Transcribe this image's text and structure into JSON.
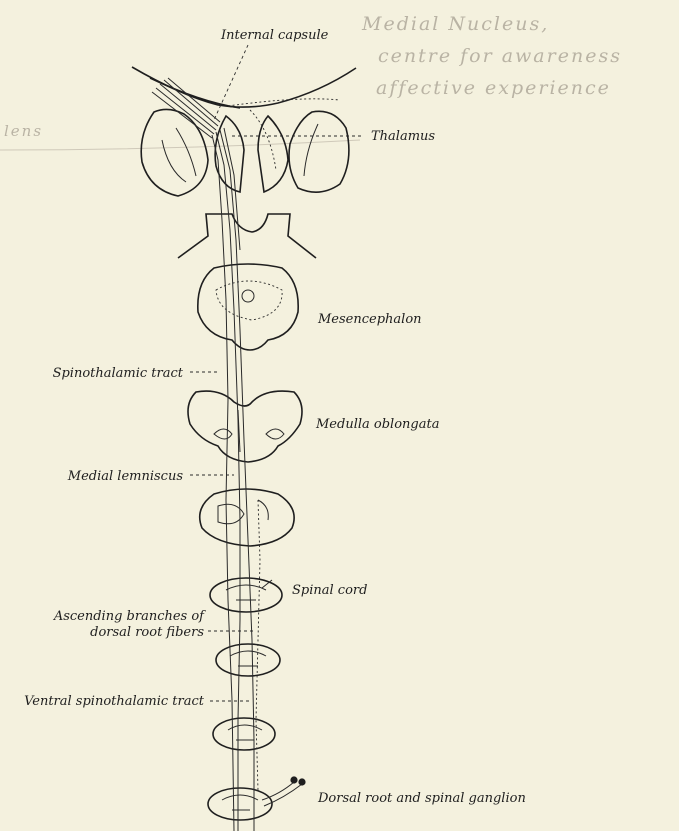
{
  "labels": {
    "internal_capsule": "Internal capsule",
    "thalamus": "Thalamus",
    "mesencephalon": "Mesencephalon",
    "spinothalamic_tract": "Spinothalamic tract",
    "medulla_oblongata": "Medulla oblongata",
    "medial_lemniscus": "Medial lemniscus",
    "spinal_cord": "Spinal cord",
    "ascending_branches_line1": "Ascending branches of",
    "ascending_branches_line2": "dorsal root fibers",
    "ventral_spinothalamic_tract": "Ventral spinothalamic tract",
    "dorsal_root_ganglion": "Dorsal root and spinal ganglion"
  },
  "handwritten_note": {
    "line1": "Medial Nucleus,",
    "line2": "centre for awareness",
    "line3": "affective experience",
    "margin": "lens"
  },
  "colors": {
    "paper": "#f4f1de",
    "ink": "#1f1f1f",
    "pencil": "#b9b3a4"
  }
}
